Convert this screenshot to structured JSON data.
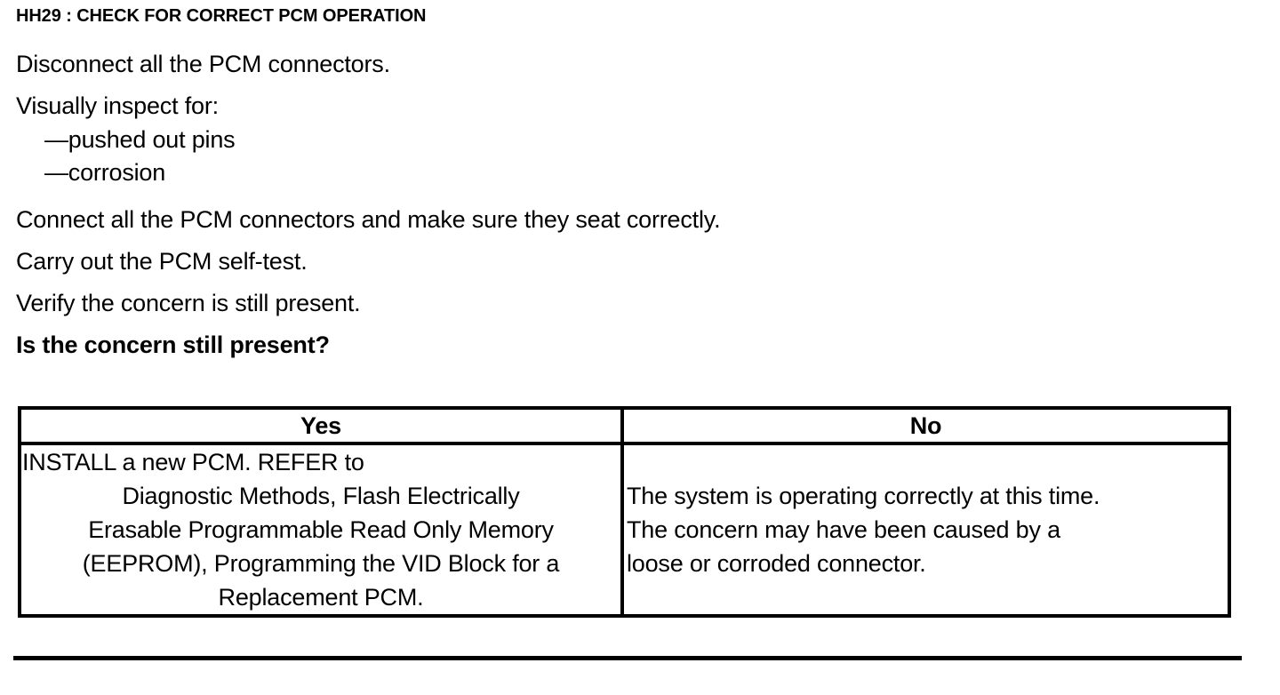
{
  "document": {
    "step_title": "HH29 : CHECK FOR CORRECT PCM OPERATION",
    "instructions": [
      "Disconnect all the PCM connectors.",
      "Visually inspect for:"
    ],
    "sub_items": [
      "—pushed out pins",
      "—corrosion"
    ],
    "instructions_cont": [
      "Connect all the PCM connectors and make sure they seat correctly.",
      "Carry out the PCM self-test.",
      "Verify the concern is still present."
    ],
    "question": "Is the concern still present?"
  },
  "decision_table": {
    "headers": {
      "yes": "Yes",
      "no": "No"
    },
    "yes_cell_lines": [
      "INSTALL a new PCM. REFER to",
      "Diagnostic Methods, Flash Electrically",
      "Erasable Programmable Read Only Memory",
      "(EEPROM), Programming the VID Block for a",
      "Replacement PCM."
    ],
    "no_cell_lines": [
      "The system is operating correctly at this time.",
      "The concern may have been caused by a",
      "loose or corroded connector."
    ]
  },
  "colors": {
    "ink": "#000000",
    "paper": "#ffffff"
  }
}
